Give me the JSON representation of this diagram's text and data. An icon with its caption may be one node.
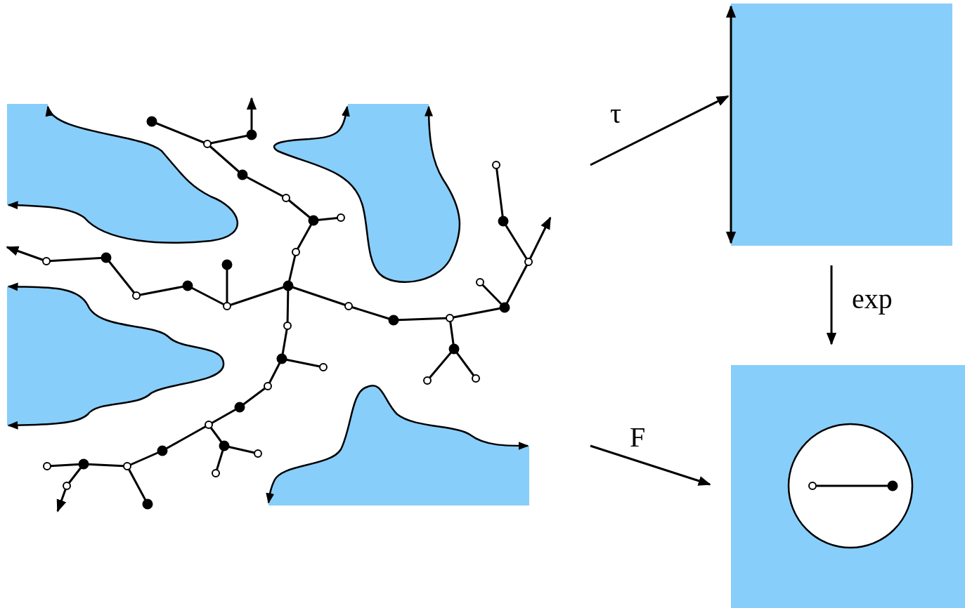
{
  "diagram": {
    "nodes": [
      {
        "text": [],
        "shape": "picture"
      },
      {
        "text": [],
        "shape": "box"
      },
      {
        "text": [],
        "shape": "box"
      }
    ],
    "edges": [
      {
        "from": 0,
        "to": 1,
        "arrow": "to",
        "label": "τ"
      },
      {
        "from": 1,
        "to": 2,
        "arrow": "to",
        "label": "exp"
      },
      {
        "from": 0,
        "to": 2,
        "arrow": "to",
        "label": "F"
      }
    ]
  }
}
